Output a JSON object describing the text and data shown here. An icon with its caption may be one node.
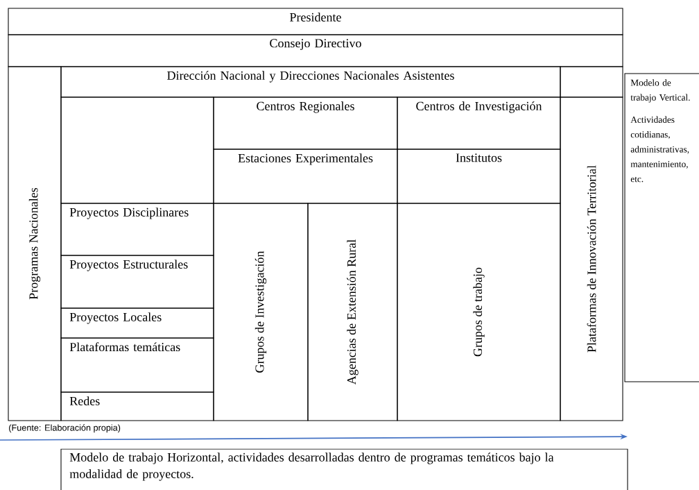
{
  "diagram": {
    "caption": "(Fuente: Elaboración propia)",
    "nodes": [
      {
        "text": [
          "Presidente"
        ]
      },
      {
        "text": [
          "Consejo Directivo"
        ]
      },
      {
        "text": [
          "Programas Nacionales"
        ]
      },
      {
        "text": [
          "Dirección Nacional y Direcciones Nacionales Asistentes"
        ]
      },
      {
        "text": [],
        "shape": "box"
      },
      {
        "text": [],
        "shape": "box"
      },
      {
        "text": [
          "Centros Regionales"
        ]
      },
      {
        "text": [
          "Centros de Investigación"
        ]
      },
      {
        "text": [
          "Estaciones Experimentales"
        ]
      },
      {
        "text": [
          "Institutos"
        ]
      },
      {
        "text": [
          "Proyectos Disciplinares"
        ]
      },
      {
        "text": [
          "Proyectos Estructurales"
        ]
      },
      {
        "text": [
          "Proyectos Locales"
        ]
      },
      {
        "text": [
          "Plataformas temáticas"
        ]
      },
      {
        "text": [
          "Redes"
        ]
      },
      {
        "text": [
          "Grupos de Investigación"
        ]
      },
      {
        "text": [
          "Agencias de Extensión Rural"
        ]
      },
      {
        "text": [
          "Grupos de trabajo"
        ]
      },
      {
        "text": [
          "Plataformas de Innovación Territorial"
        ]
      },
      {
        "text": [
          "Modelo de trabajo Vertical.",
          "Actividades cotidianas, administrativas, mantenimiento, etc."
        ]
      },
      {
        "text": [
          "Modelo de trabajo Horizontal, actividades desarrolladas dentro de programas temáticos bajo la modalidad de proyectos."
        ]
      }
    ]
  }
}
